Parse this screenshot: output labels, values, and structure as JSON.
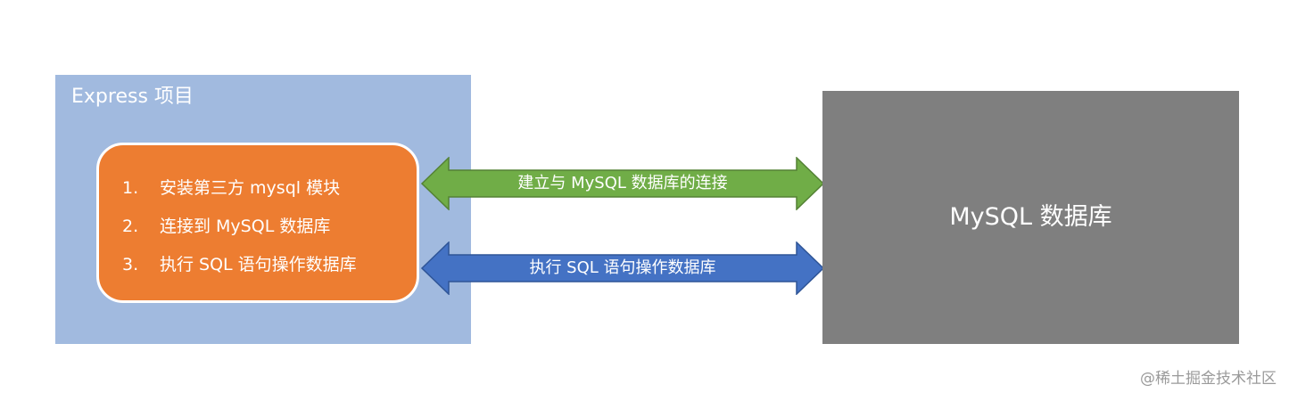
{
  "express": {
    "title": "Express 项目",
    "steps": [
      {
        "num": "1.",
        "text": "安装第三方 mysql 模块"
      },
      {
        "num": "2.",
        "text": "连接到 MySQL 数据库"
      },
      {
        "num": "3.",
        "text": "执行 SQL 语句操作数据库"
      }
    ]
  },
  "mysql": {
    "label": "MySQL 数据库"
  },
  "arrows": {
    "connect": {
      "label": "建立与 MySQL 数据库的连接",
      "color": "#70ad47",
      "stroke": "#548235"
    },
    "execute": {
      "label": "执行 SQL 语句操作数据库",
      "color": "#4472c4",
      "stroke": "#2f5597"
    }
  },
  "colors": {
    "express_bg": "#a1badf",
    "steps_bg": "#ed7d31",
    "mysql_bg": "#7f7f7f"
  },
  "watermark": "@稀土掘金技术社区"
}
